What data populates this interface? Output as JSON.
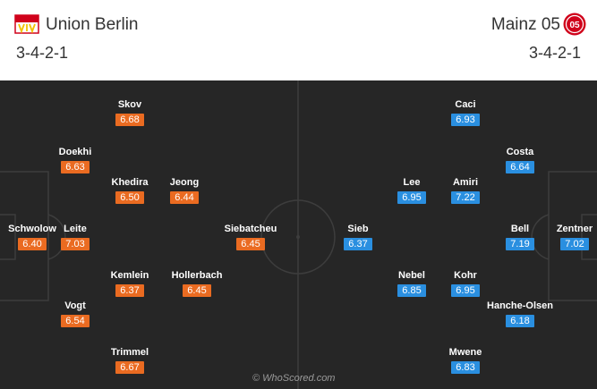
{
  "colors": {
    "home_rating_bg": "#ea6b21",
    "away_rating_bg": "#2a8fe0",
    "pitch_bg": "#262626",
    "pitch_lines": "#3d3d3d"
  },
  "home": {
    "name": "Union Berlin",
    "formation": "3-4-2-1",
    "logo_icon": "union-berlin-crest-icon",
    "players": [
      {
        "name": "Schwolow",
        "rating": "6.40"
      },
      {
        "name": "Doekhi",
        "rating": "6.63"
      },
      {
        "name": "Leite",
        "rating": "7.03"
      },
      {
        "name": "Vogt",
        "rating": "6.54"
      },
      {
        "name": "Skov",
        "rating": "6.68"
      },
      {
        "name": "Khedira",
        "rating": "6.50"
      },
      {
        "name": "Kemlein",
        "rating": "6.37"
      },
      {
        "name": "Trimmel",
        "rating": "6.67"
      },
      {
        "name": "Jeong",
        "rating": "6.44"
      },
      {
        "name": "Hollerbach",
        "rating": "6.45"
      },
      {
        "name": "Siebatcheu",
        "rating": "6.45"
      }
    ]
  },
  "away": {
    "name": "Mainz 05",
    "formation": "3-4-2-1",
    "logo_icon": "mainz-05-crest-icon",
    "players": [
      {
        "name": "Zentner",
        "rating": "7.02"
      },
      {
        "name": "Costa",
        "rating": "6.64"
      },
      {
        "name": "Bell",
        "rating": "7.19"
      },
      {
        "name": "Hanche-Olsen",
        "rating": "6.18"
      },
      {
        "name": "Caci",
        "rating": "6.93"
      },
      {
        "name": "Amiri",
        "rating": "7.22"
      },
      {
        "name": "Kohr",
        "rating": "6.95"
      },
      {
        "name": "Mwene",
        "rating": "6.83"
      },
      {
        "name": "Lee",
        "rating": "6.95"
      },
      {
        "name": "Nebel",
        "rating": "6.85"
      },
      {
        "name": "Sieb",
        "rating": "6.37"
      }
    ]
  },
  "watermark": "© WhoScored.com"
}
